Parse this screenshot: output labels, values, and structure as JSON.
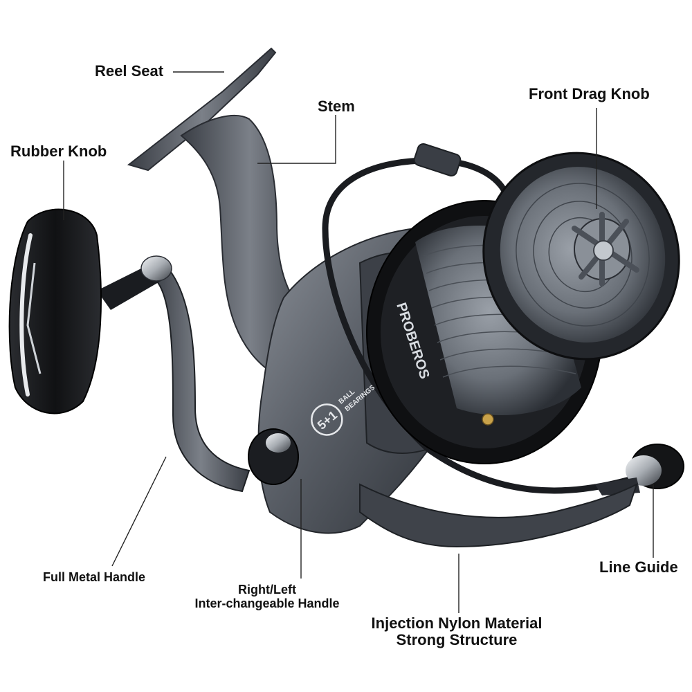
{
  "callouts": {
    "reel_seat": "Reel Seat",
    "stem": "Stem",
    "front_drag_knob": "Front Drag Knob",
    "rubber_knob": "Rubber Knob",
    "full_metal_handle": "Full Metal Handle",
    "right_left_line1": "Right/Left",
    "right_left_line2": "Inter-changeable Handle",
    "line_guide": "Line Guide",
    "injection_line1": "Injection Nylon Material",
    "injection_line2": "Strong Structure"
  },
  "product_marks": {
    "brand": "PROBEROS",
    "bearings_count": "5+1",
    "bearings_word": "BALL",
    "bearings_word2": "BEARINGS"
  },
  "colors": {
    "background": "#ffffff",
    "body_gray": "#5b6068",
    "body_dark": "#2a2d33",
    "knob_black": "#141517",
    "chrome": "#d9dde2",
    "label_text": "#111111"
  }
}
